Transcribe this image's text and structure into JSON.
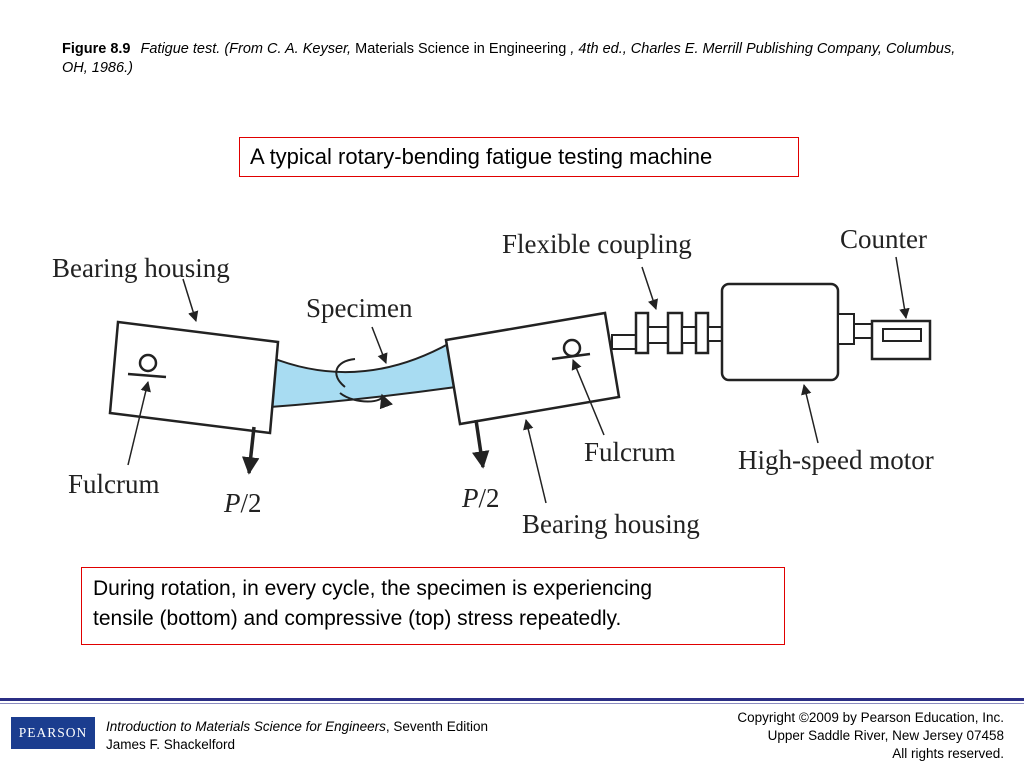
{
  "caption": {
    "figure_number": "Figure 8.9",
    "text_part1": "Fatigue test. (From C. A. Keyser,",
    "book_title": "Materials Science in Engineering",
    "text_part2": ", 4th ed., Charles E. Merrill Publishing Company, Columbus, OH, 1986.)"
  },
  "heading": "A typical rotary-bending fatigue testing machine",
  "diagram": {
    "labels": {
      "bearing_housing_left": "Bearing housing",
      "specimen": "Specimen",
      "flexible_coupling": "Flexible coupling",
      "counter": "Counter",
      "fulcrum_left": "Fulcrum",
      "fulcrum_right": "Fulcrum",
      "high_speed_motor": "High-speed motor",
      "load_left_p": "P",
      "load_left_frac": "/2",
      "load_right_p": "P",
      "load_right_frac": "/2",
      "bearing_housing_bottom": "Bearing housing"
    },
    "colors": {
      "specimen_fill": "#a8dcf2",
      "line": "#222222"
    }
  },
  "note": {
    "line1": "During rotation, in every cycle, the specimen is experiencing",
    "line2": "tensile (bottom) and compressive (top) stress repeatedly."
  },
  "footer": {
    "logo_text": "PEARSON",
    "book_title": "Introduction to Materials Science for Engineers",
    "edition": ", Seventh Edition",
    "author": "James F. Shackelford",
    "copyright_line1": "Copyright ©2009 by Pearson Education, Inc.",
    "copyright_line2": "Upper Saddle River, New Jersey 07458",
    "copyright_line3": "All rights reserved."
  }
}
